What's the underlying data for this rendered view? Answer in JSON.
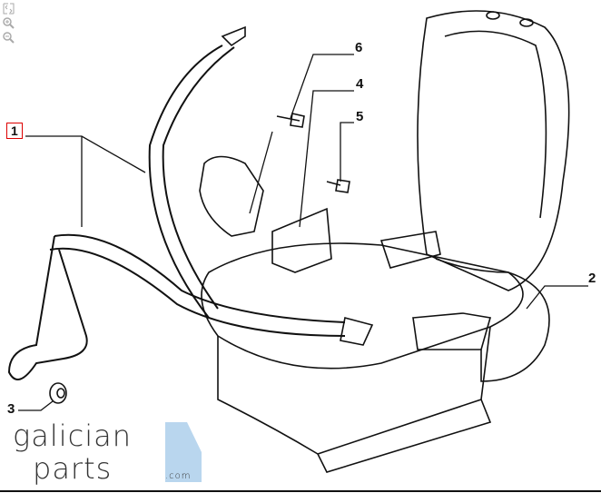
{
  "toolbar": {
    "items": [
      {
        "icon": "fit-page-icon"
      },
      {
        "icon": "zoom-in-icon"
      },
      {
        "icon": "zoom-out-icon"
      }
    ]
  },
  "callouts": {
    "c1": "1",
    "c2": "2",
    "c3": "3",
    "c4": "4",
    "c5": "5",
    "c6": "6"
  },
  "logo": {
    "line1": "galician",
    "line2": "parts",
    "suffix": ".com",
    "accent": "#b9d6ee"
  },
  "colors": {
    "highlight": "#dd0000",
    "line": "#111111"
  }
}
